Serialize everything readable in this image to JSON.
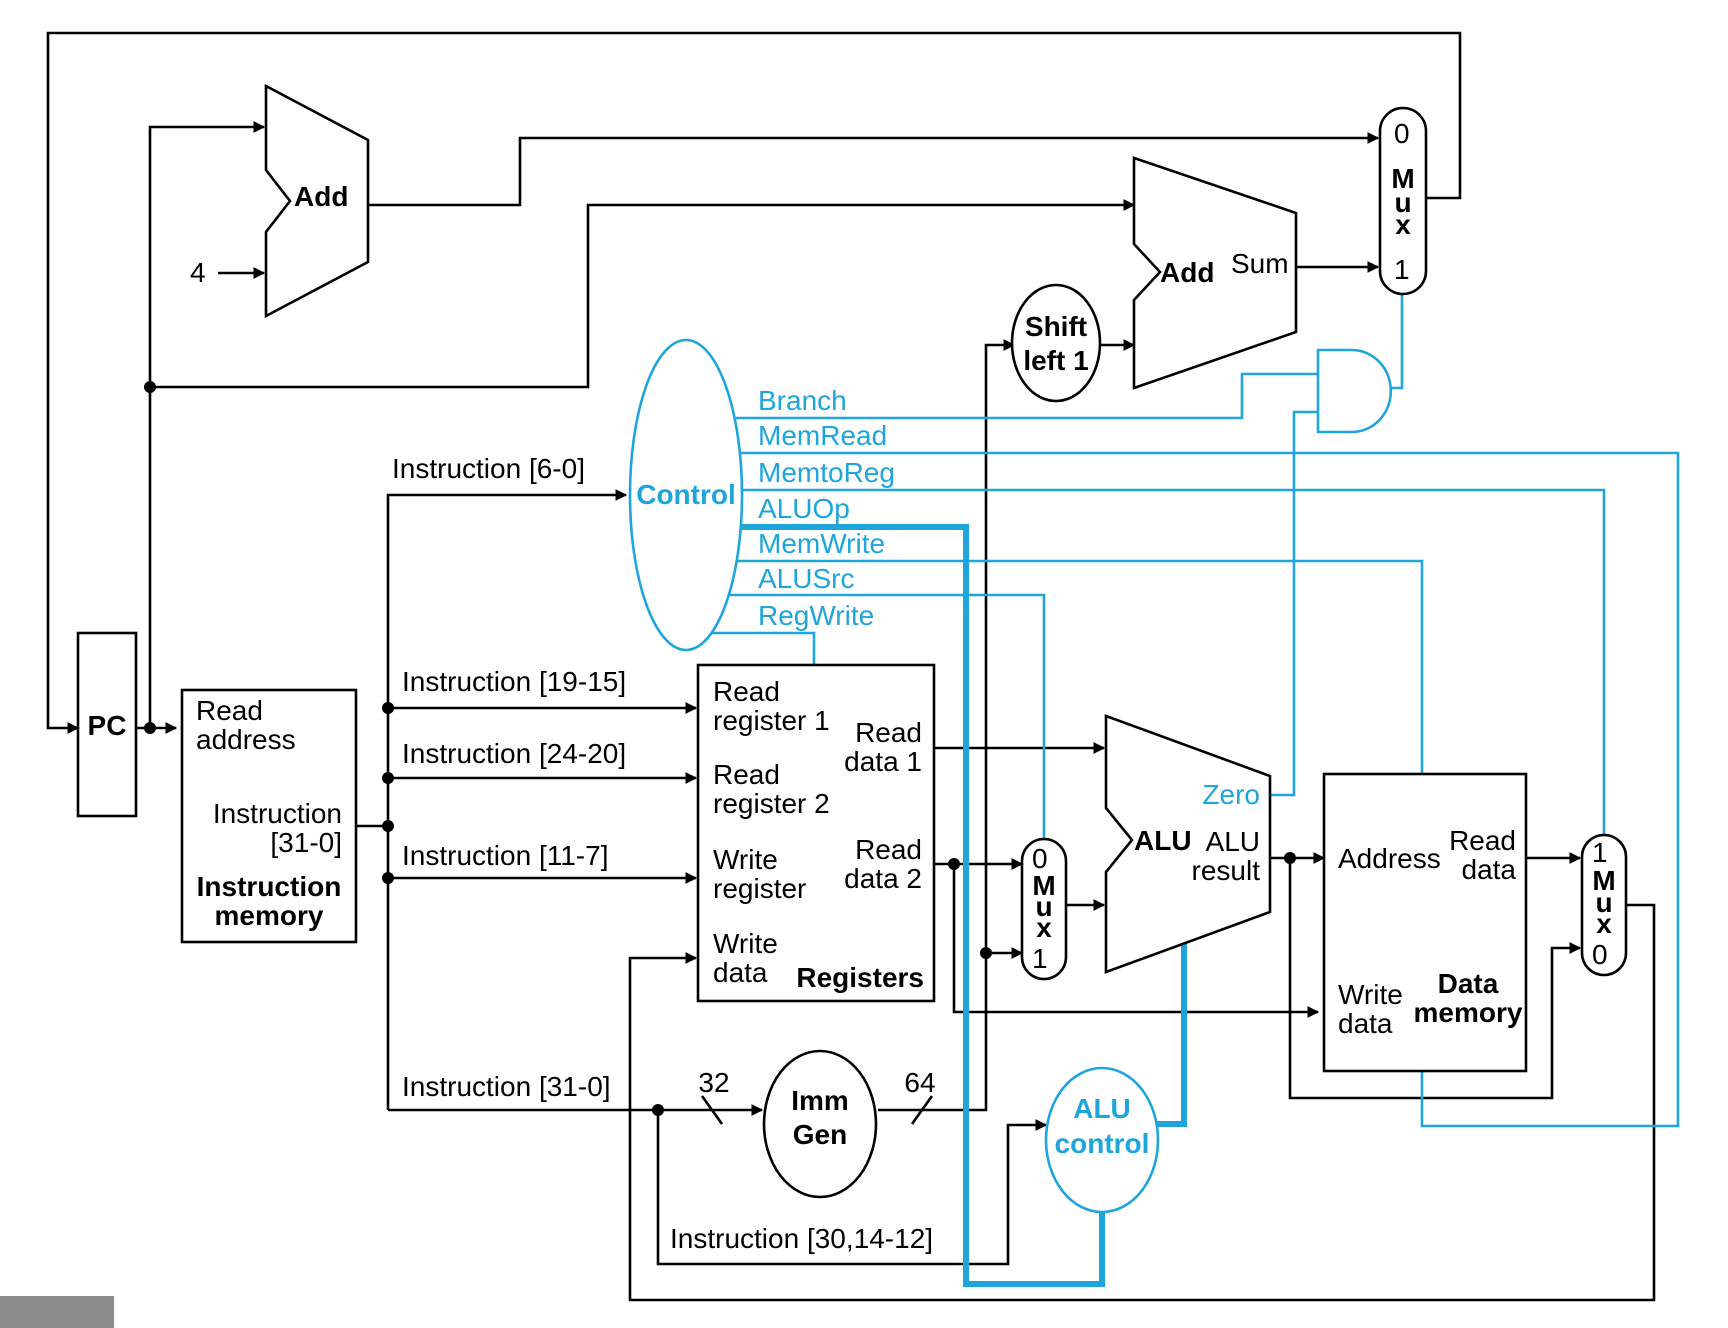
{
  "blocks": {
    "pc": "PC",
    "add_top": "Add",
    "add_branch": "Add",
    "sum": "Sum",
    "constant_four": "4",
    "shift_left_l1": "Shift",
    "shift_left_l2": "left 1",
    "control": "Control",
    "imm_gen_l1": "Imm",
    "imm_gen_l2": "Gen",
    "alu": "ALU",
    "alu_result_l1": "ALU",
    "alu_result_l2": "result",
    "zero": "Zero",
    "alu_control_l1": "ALU",
    "alu_control_l2": "control"
  },
  "instruction_memory": {
    "read_address_l1": "Read",
    "read_address_l2": "address",
    "instruction_l1": "Instruction",
    "instruction_l2": "[31-0]",
    "title_l1": "Instruction",
    "title_l2": "memory"
  },
  "registers": {
    "read_register_1_l1": "Read",
    "read_register_1_l2": "register 1",
    "read_register_2_l1": "Read",
    "read_register_2_l2": "register 2",
    "write_register_l1": "Write",
    "write_register_l2": "register",
    "write_data_l1": "Write",
    "write_data_l2": "data",
    "read_data_1_l1": "Read",
    "read_data_1_l2": "data 1",
    "read_data_2_l1": "Read",
    "read_data_2_l2": "data 2",
    "title": "Registers"
  },
  "data_memory": {
    "address": "Address",
    "read_data_l1": "Read",
    "read_data_l2": "data",
    "write_data_l1": "Write",
    "write_data_l2": "data",
    "title_l1": "Data",
    "title_l2": "memory"
  },
  "mux": {
    "m": "M",
    "u": "u",
    "x": "x",
    "zero": "0",
    "one": "1"
  },
  "control_signals": [
    "Branch",
    "MemRead",
    "MemtoReg",
    "ALUOp",
    "MemWrite",
    "ALUSrc",
    "RegWrite"
  ],
  "instruction_fields": {
    "opcode": "Instruction [6-0]",
    "rs1": "Instruction [19-15]",
    "rs2": "Instruction [24-20]",
    "rd": "Instruction [11-7]",
    "full": "Instruction [31-0]",
    "funct": "Instruction [30,14-12]"
  },
  "bus_widths": {
    "in": "32",
    "out": "64"
  },
  "colors": {
    "control_path": "#1ea5dc",
    "datapath": "#000000"
  }
}
